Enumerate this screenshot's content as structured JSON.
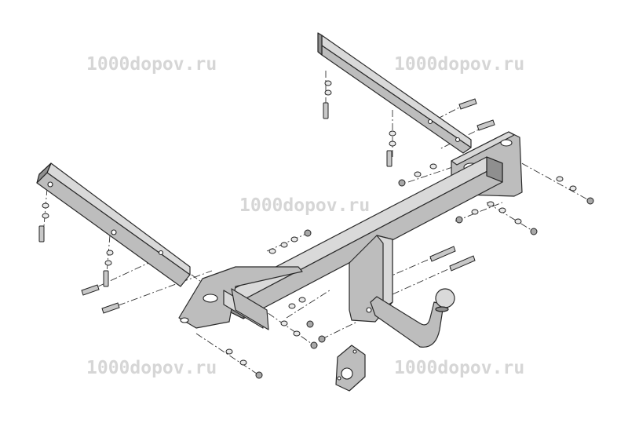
{
  "watermarks": [
    "1000dopov.ru",
    "1000dopov.ru",
    "1000dopov.ru",
    "1000dopov.ru",
    "1000dopov.ru"
  ],
  "colors": {
    "background": "#ffffff",
    "watermark": "#d6d6d6",
    "steel": "#bdbdbd",
    "outline": "#2a2a2a"
  },
  "parts": [
    "left-mounting-bracket",
    "right-mounting-bracket",
    "crossbar",
    "left-side-plate",
    "right-side-plate",
    "center-mount-plate",
    "tow-ball-neck",
    "tow-ball",
    "socket-plate",
    "bolts",
    "nuts",
    "washers"
  ]
}
